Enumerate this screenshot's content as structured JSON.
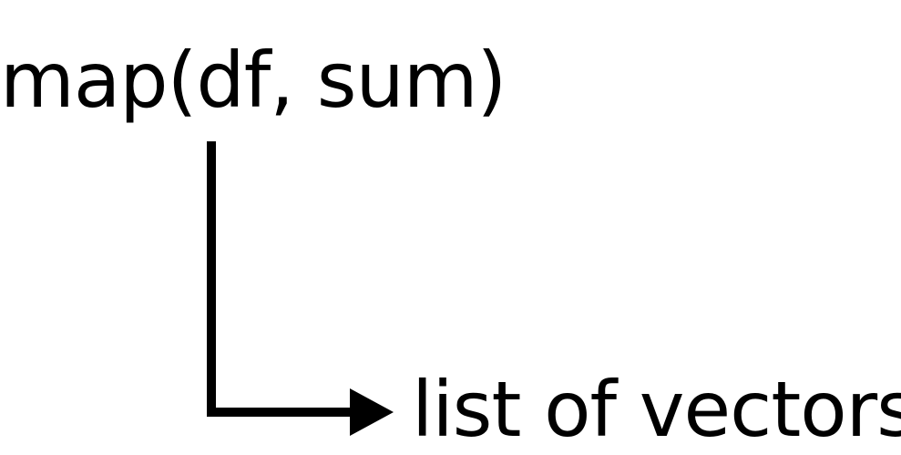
{
  "diagram": {
    "expression": "map(df, sum)",
    "result": "list of vectors",
    "colors": {
      "text": "#000000",
      "arrow": "#000000",
      "background": "#ffffff"
    },
    "connector": {
      "shape": "elbow-arrow",
      "direction": "down-then-right"
    }
  }
}
